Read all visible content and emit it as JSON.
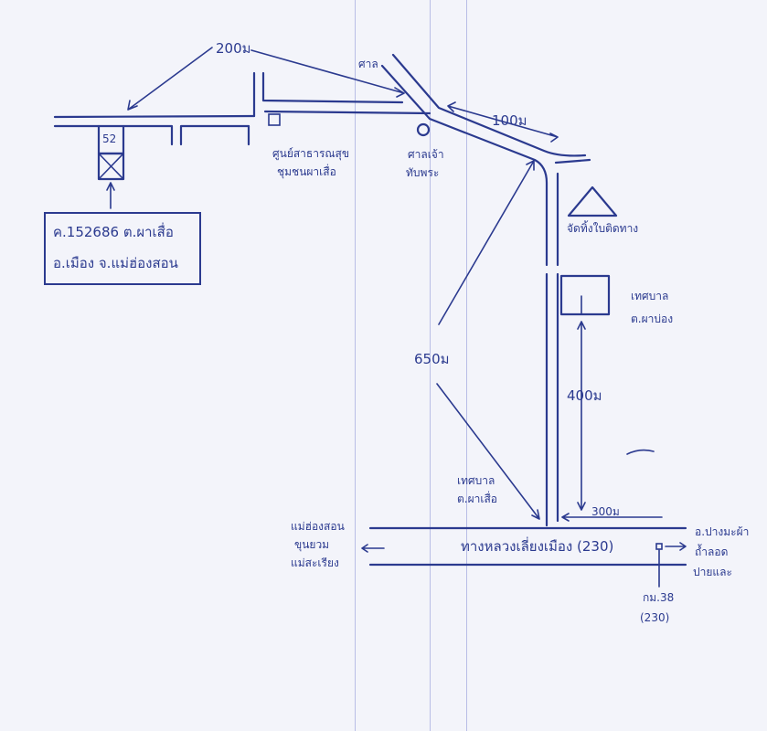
{
  "labels": {
    "d200": "200ม",
    "sala": "ศาล",
    "d100": "100ม",
    "center_line1": "ศูนย์สาธารณสุข",
    "center_line2": "ชุมชนผาเสื่อ",
    "shrine_line1": "ศาลเจ้า",
    "shrine_line2": "ทับพระ",
    "junction": "จัดทิ้งใบติดทาง",
    "office_line1": "เทศบาล",
    "office_line2": "ต.ผาบ่อง",
    "d650": "650ม",
    "d400": "400ม",
    "office2_line1": "เทศบาล",
    "office2_line2": "ต.ผาเสื่อ",
    "d300": "300ม",
    "left_dest_line1": "แม่ฮ่องสอน",
    "left_dest_line2": "ขุนยวม",
    "left_dest_line3": "แม่สะเรียง",
    "highway": "ทางหลวงเลี่ยงเมือง (230)",
    "right_dest_line1": "อ.ปางมะผ้า",
    "right_dest_line2": "ถ้ำลอด",
    "right_dest_line3": "ปายและ",
    "km_line1": "กม.38",
    "km_line2": "(230)",
    "house_no": "52",
    "addr_line1": "ค.152686 ต.ผาเสื่อ",
    "addr_line2": "อ.เมือง จ.แม่ฮ่องสอน"
  },
  "colors": {
    "ink": "#2b3a8f",
    "paper": "#f3f4fa",
    "guide": "#b8bde6"
  }
}
